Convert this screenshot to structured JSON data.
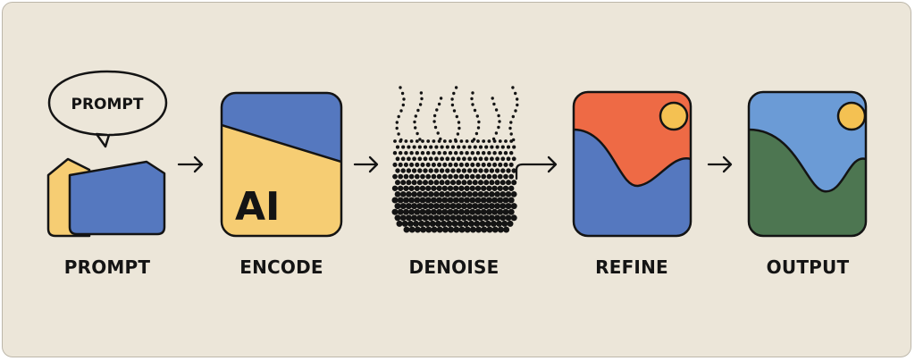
{
  "bubble": {
    "text": "PROMPT"
  },
  "encode_card": {
    "text": "AI"
  },
  "stages": [
    {
      "id": "prompt",
      "label": "PROMPT"
    },
    {
      "id": "encode",
      "label": "ENCODE"
    },
    {
      "id": "denoise",
      "label": "DENOISE"
    },
    {
      "id": "refine",
      "label": "REFINE"
    },
    {
      "id": "output",
      "label": "OUTPUT"
    }
  ],
  "colors": {
    "background": "#ece6d9",
    "ink": "#141414",
    "blue": "#5578bf",
    "yellow": "#f6cd73",
    "orange": "#ee6a45",
    "sky": "#6b9bd6",
    "green": "#4d7651",
    "sun": "#f4c152"
  },
  "icons": [
    "speech-bubble-icon",
    "folder-icon",
    "arrow-right-icon",
    "particle-noise-icon",
    "landscape-icon",
    "sun-icon"
  ]
}
